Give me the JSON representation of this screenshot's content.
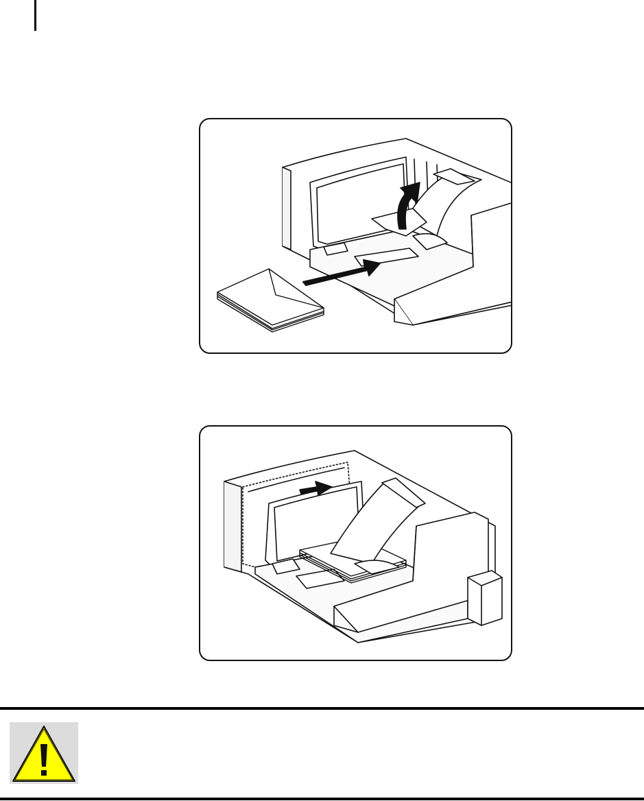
{
  "page": {
    "figures": [
      {
        "id": "fig1",
        "depicts": "envelope-stack-inserted-into-feeder-with-guide-raised"
      },
      {
        "id": "fig2",
        "depicts": "envelopes-loaded-in-feeder-with-guide-slid-over"
      }
    ],
    "caution_icon": "warning-triangle-icon",
    "colors": {
      "caution_yellow": "#ffff00",
      "ink": "#111111",
      "caution_panel": "#dcdcdc"
    }
  }
}
